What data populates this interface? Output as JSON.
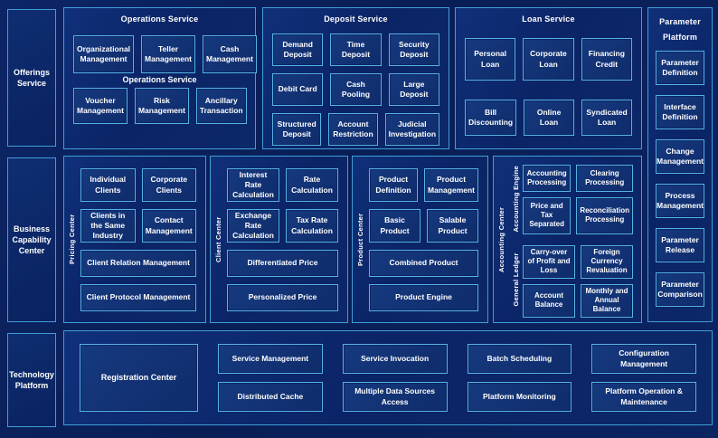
{
  "colors": {
    "background": "#0a2161",
    "panel_fill": "#0c2968",
    "box_fill": "#123373",
    "box_border": "#55b2e6",
    "panel_border": "#3f9ed8",
    "text": "#ffffff"
  },
  "sidebar": {
    "offerings": "Offerings Service",
    "business_capability": "Business Capability Center",
    "technology": "Technology Platform"
  },
  "operations": {
    "title": "Operations Service",
    "mid_label": "Operations Service",
    "items": [
      "Organizational Management",
      "Teller Management",
      "Cash Management",
      "Voucher Management",
      "Risk Management",
      "Ancillary Transaction"
    ]
  },
  "deposit": {
    "title": "Deposit Service",
    "items": [
      "Demand Deposit",
      "Time Deposit",
      "Security Deposit",
      "Debit Card",
      "Cash Pooling",
      "Large Deposit",
      "Structured Deposit",
      "Account Restriction",
      "Judicial Investigation"
    ]
  },
  "loan": {
    "title": "Loan Service",
    "items": [
      "Personal Loan",
      "Corporate Loan",
      "Financing Credit",
      "Bill Discounting",
      "Online Loan",
      "Syndicated Loan"
    ]
  },
  "parameter_platform": {
    "title_line1": "Parameter",
    "title_line2": "Platform",
    "items": [
      "Parameter Definition",
      "Interface Definition",
      "Change Management",
      "Process Management",
      "Parameter Release",
      "Parameter Comparison"
    ]
  },
  "pricing_center": {
    "vertical_label": "Pricing Center",
    "items": [
      "Individual Clients",
      "Corporate Clients",
      "Clients in the Same Industry",
      "Contact Management",
      "Client Relation Management",
      "Client Protocol Management"
    ]
  },
  "client_center": {
    "vertical_label": "Client Center",
    "items": [
      "Interest Rate Calculation",
      "Rate Calculation",
      "Exchange Rate Calculation",
      "Tax Rate Calculation",
      "Differentiated Price",
      "Personalized Price"
    ]
  },
  "product_center": {
    "vertical_label": "Product Center",
    "items": [
      "Product Definition",
      "Product Management",
      "Basic Product",
      "Salable Product",
      "Combined Product",
      "Product Engine"
    ]
  },
  "accounting_center": {
    "vertical_label": "Accounting Center",
    "accounting_engine": {
      "vertical_label": "Accounting Engine",
      "items": [
        "Accounting Processing",
        "Clearing Processing",
        "Price and Tax Separated",
        "Reconciliation Processing"
      ]
    },
    "general_ledger": {
      "vertical_label": "General Ledger",
      "items": [
        "Carry-over of Profit and Loss",
        "Foreign Currency Revaluation",
        "Account Balance",
        "Monthly and Annual Balance"
      ]
    }
  },
  "technology_platform": {
    "registration": "Registration Center",
    "items": [
      "Service Management",
      "Distributed Cache",
      "Service Invocation",
      "Multiple Data Sources Access",
      "Batch Scheduling",
      "Platform Monitoring",
      "Configuration Management",
      "Platform Operation & Maintenance"
    ]
  }
}
